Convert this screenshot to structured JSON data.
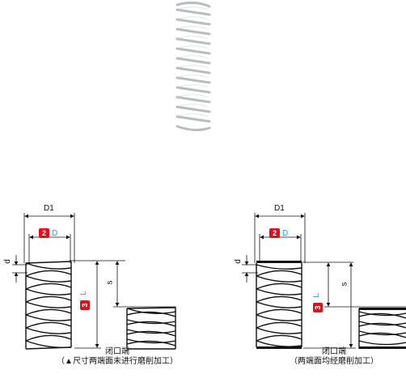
{
  "product": {
    "icon": "compression-spring-photo"
  },
  "accent_color": "#d7141e",
  "highlight_color": "#1aa3e0",
  "diagrams": [
    {
      "label_d1": "D1",
      "badge_d": "2",
      "label_D": "D",
      "label_d": "d",
      "label_s": "s",
      "badge_l": "3",
      "label_L": "L",
      "caption_line1": "闭口端",
      "caption_line2": "（▲尺寸两端面未进行磨削加工）"
    },
    {
      "label_d1": "D1",
      "badge_d": "2",
      "label_D": "D",
      "label_d": "d",
      "label_s": "s",
      "badge_l": "3",
      "label_L": "L",
      "caption_line1": "闭口端",
      "caption_line2": "（两端面均经磨削加工）"
    }
  ]
}
